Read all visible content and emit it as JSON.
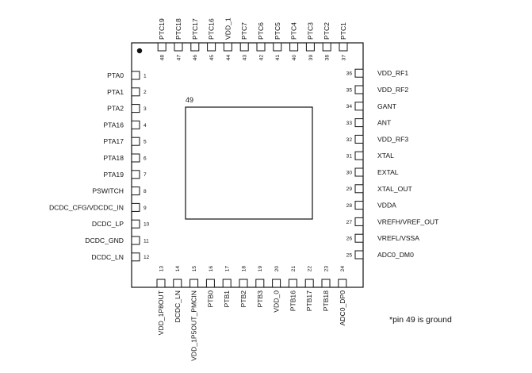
{
  "package": {
    "left_pins": [
      {
        "num": "1",
        "label": "PTA0"
      },
      {
        "num": "2",
        "label": "PTA1"
      },
      {
        "num": "3",
        "label": "PTA2"
      },
      {
        "num": "4",
        "label": "PTA16"
      },
      {
        "num": "5",
        "label": "PTA17"
      },
      {
        "num": "6",
        "label": "PTA18"
      },
      {
        "num": "7",
        "label": "PTA19"
      },
      {
        "num": "8",
        "label": "PSWITCH"
      },
      {
        "num": "9",
        "label": "DCDC_CFG/VDCDC_IN"
      },
      {
        "num": "10",
        "label": "DCDC_LP"
      },
      {
        "num": "11",
        "label": "DCDC_GND"
      },
      {
        "num": "12",
        "label": "DCDC_LN"
      }
    ],
    "bottom_pins": [
      {
        "num": "13",
        "label": "VDD_1P8OUT"
      },
      {
        "num": "14",
        "label": "DCDC_LN"
      },
      {
        "num": "15",
        "label": "VDD_1P5OUT_PMCIN"
      },
      {
        "num": "16",
        "label": "PTB0"
      },
      {
        "num": "17",
        "label": "PTB1"
      },
      {
        "num": "18",
        "label": "PTB2"
      },
      {
        "num": "19",
        "label": "PTB3"
      },
      {
        "num": "20",
        "label": "VDD_0"
      },
      {
        "num": "21",
        "label": "PTB16"
      },
      {
        "num": "22",
        "label": "PTB17"
      },
      {
        "num": "23",
        "label": "PTB18"
      },
      {
        "num": "24",
        "label": "ADC0_DP0"
      }
    ],
    "right_pins": [
      {
        "num": "25",
        "label": "ADC0_DM0"
      },
      {
        "num": "26",
        "label": "VREFL/VSSA"
      },
      {
        "num": "27",
        "label": "VREFH/VREF_OUT"
      },
      {
        "num": "28",
        "label": "VDDA"
      },
      {
        "num": "29",
        "label": "XTAL_OUT"
      },
      {
        "num": "30",
        "label": "EXTAL"
      },
      {
        "num": "31",
        "label": "XTAL"
      },
      {
        "num": "32",
        "label": "VDD_RF3"
      },
      {
        "num": "33",
        "label": "ANT"
      },
      {
        "num": "34",
        "label": "GANT"
      },
      {
        "num": "35",
        "label": "VDD_RF2"
      },
      {
        "num": "36",
        "label": "VDD_RF1"
      }
    ],
    "top_pins": [
      {
        "num": "37",
        "label": "PTC1"
      },
      {
        "num": "38",
        "label": "PTC2"
      },
      {
        "num": "39",
        "label": "PTC3"
      },
      {
        "num": "40",
        "label": "PTC4"
      },
      {
        "num": "41",
        "label": "PTC5"
      },
      {
        "num": "42",
        "label": "PTC6"
      },
      {
        "num": "43",
        "label": "PTC7"
      },
      {
        "num": "44",
        "label": "VDD_1"
      },
      {
        "num": "45",
        "label": "PTC16"
      },
      {
        "num": "46",
        "label": "PTC17"
      },
      {
        "num": "47",
        "label": "PTC18"
      },
      {
        "num": "48",
        "label": "PTC19"
      }
    ],
    "center_pad": {
      "num": "49"
    },
    "note": "*pin 49 is ground"
  },
  "colors": {
    "stroke": "#111111",
    "background": "#ffffff"
  }
}
